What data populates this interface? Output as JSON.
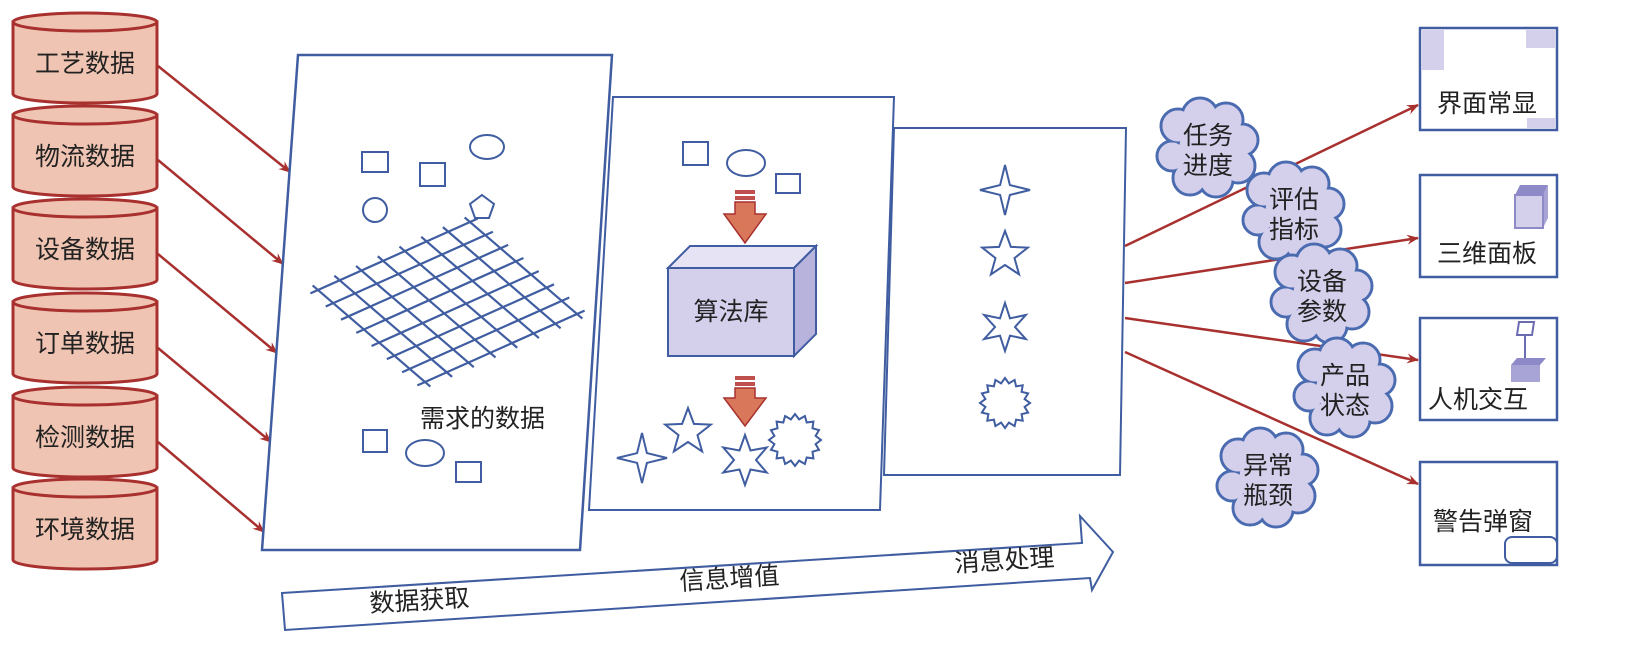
{
  "sources": [
    "工艺数据",
    "物流数据",
    "设备数据",
    "订单数据",
    "检测数据",
    "环境数据"
  ],
  "panel1": {
    "label": "需求的数据"
  },
  "panel2": {
    "label": "算法库"
  },
  "clouds": [
    {
      "line1": "任务",
      "line2": "进度"
    },
    {
      "line1": "评估",
      "line2": "指标"
    },
    {
      "line1": "设备",
      "line2": "参数"
    },
    {
      "line1": "产品",
      "line2": "状态"
    },
    {
      "line1": "异常",
      "line2": "瓶颈"
    }
  ],
  "outputs": [
    "界面常显",
    "三维面板",
    "人机交互",
    "警告弹窗"
  ],
  "flow": [
    "数据获取",
    "信息增值",
    "消息处理"
  ],
  "colors": {
    "source_fill": "#f0c4b2",
    "source_stroke": "#a8312f",
    "blue": "#3f5da0",
    "lavender": "#d4d0ec"
  }
}
